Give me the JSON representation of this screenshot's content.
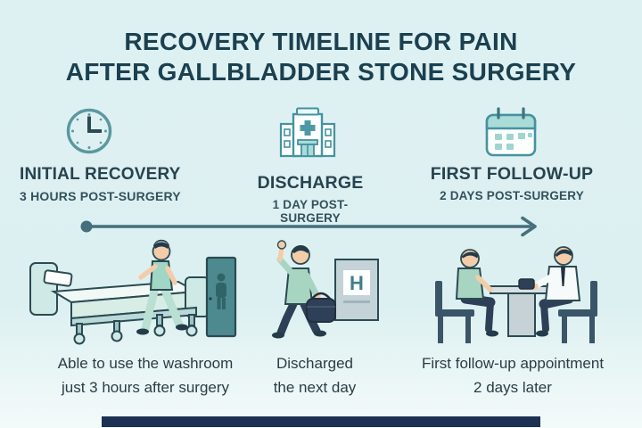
{
  "title": {
    "line1": "RECOVERY TIMELINE FOR PAIN",
    "line2": "AFTER GALLBLADDER STONE SURGERY"
  },
  "stages": [
    {
      "icon": "clock-icon",
      "heading": "INITIAL RECOVERY",
      "subheading": "3 HOURS POST-SURGERY",
      "illustration": "patient-walking-to-washroom",
      "caption_line1": "Able to use the washroom",
      "caption_line2": "just 3 hours after surgery"
    },
    {
      "icon": "hospital-icon",
      "heading": "DISCHARGE",
      "subheading": "1 DAY POST-SURGERY",
      "illustration": "patient-leaving-with-bag",
      "hospital_sign_letter": "H",
      "caption_line1": "Discharged",
      "caption_line2": "the next day"
    },
    {
      "icon": "calendar-icon",
      "heading": "FIRST FOLLOW-UP",
      "subheading": "2 DAYS POST-SURGERY",
      "illustration": "doctor-patient-consultation",
      "caption_line1": "First follow-up appointment",
      "caption_line2": "2 days later"
    }
  ],
  "timeline": {
    "direction": "left-to-right"
  },
  "colors": {
    "background": "#dff1f2",
    "title_text": "#1b4050",
    "heading_text": "#27434f",
    "subheading_text": "#32515d",
    "caption_text": "#2d3b44",
    "icon_teal": "#4592a0",
    "icon_fill_light": "#a9dcd8",
    "timeline": "#44707c",
    "footer_bar": "#1c3153"
  }
}
